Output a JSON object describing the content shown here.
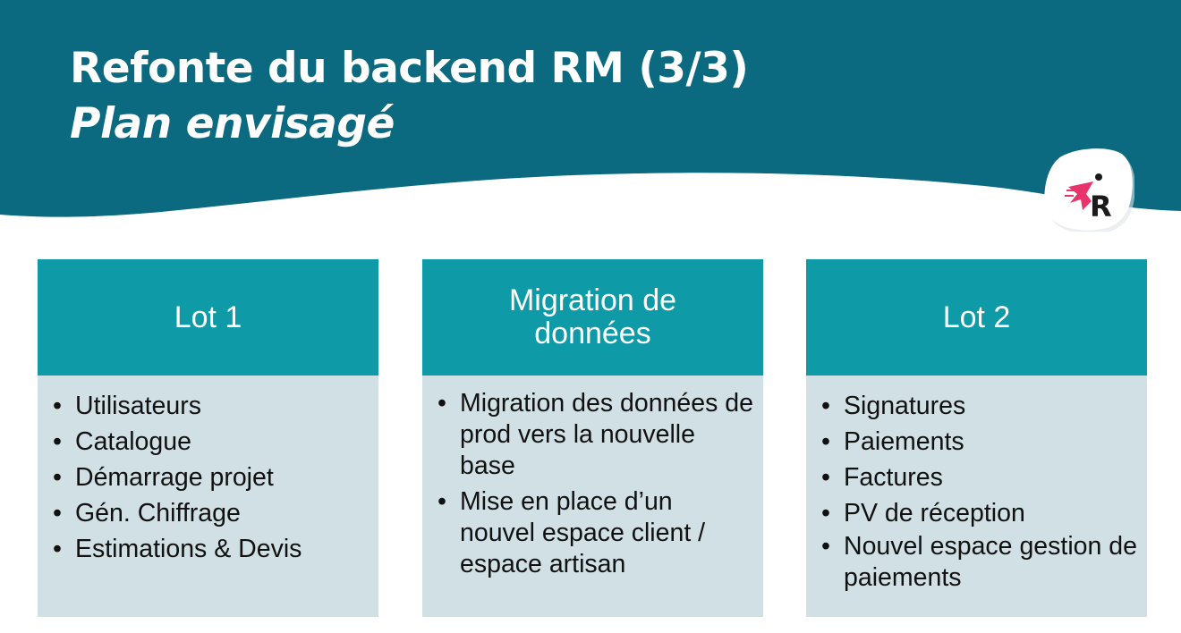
{
  "slide": {
    "title": "Refonte du backend RM (3/3)",
    "subtitle": "Plan envisagé"
  },
  "colors": {
    "header_band": "#0b6a80",
    "card_header": "#0e9aa7",
    "card_body": "#d1e0e5",
    "logo_accent": "#e8336d"
  },
  "logo": {
    "icon": "person-with-cape-logo",
    "letter": "R"
  },
  "cards": [
    {
      "heading": "Lot 1",
      "items": [
        "Utilisateurs",
        "Catalogue",
        "Démarrage projet",
        "Gén. Chiffrage",
        "Estimations & Devis"
      ]
    },
    {
      "heading": "Migration de données",
      "items": [
        "Migration des données de prod vers la nouvelle base",
        "Mise en place d’un nouvel espace client / espace artisan"
      ]
    },
    {
      "heading": "Lot 2",
      "items": [
        "Signatures",
        "Paiements",
        "Factures",
        "PV de réception",
        "Nouvel espace gestion de paiements"
      ]
    }
  ]
}
